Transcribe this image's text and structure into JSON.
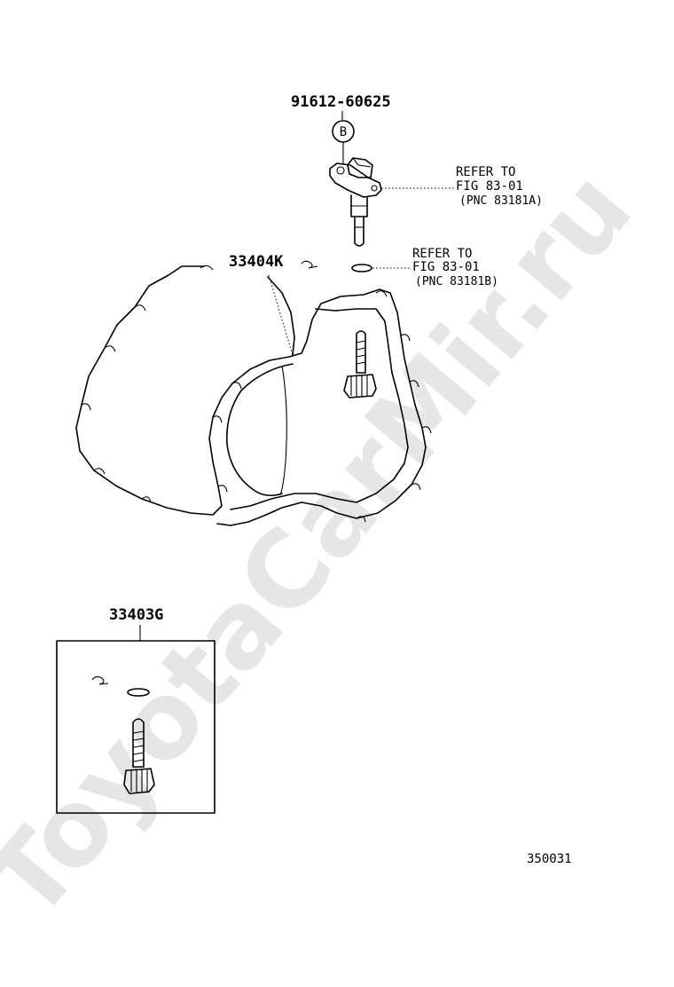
{
  "watermark": "ToyotaCarMir.ru",
  "labels": {
    "sensor_part": "91612-60625",
    "bolt_marker": "B",
    "refer_a_line1": "REFER TO",
    "refer_a_line2": "FIG 83-01",
    "refer_a_line3": "(PNC 83181A)",
    "clip_part": "33404K",
    "refer_b_line1": "REFER TO",
    "refer_b_line2": "FIG 83-01",
    "refer_b_line3": "(PNC 83181B)",
    "kit_part": "33403G",
    "figure_id": "350031"
  }
}
